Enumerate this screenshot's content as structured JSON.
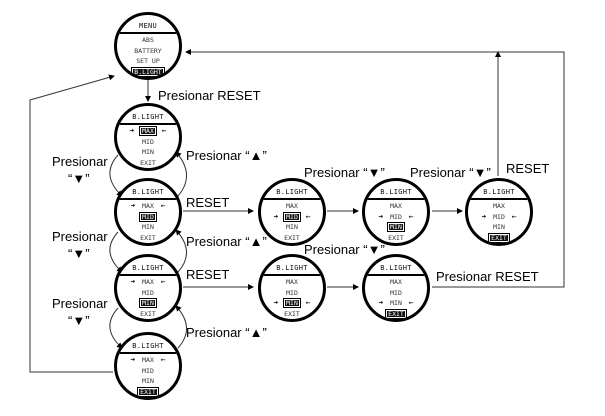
{
  "title": "B.LIGHT menu navigation diagram",
  "screens": {
    "menu": {
      "header": "MENU",
      "rows": [
        {
          "text": "ABS",
          "highlight": false,
          "arrows": false
        },
        {
          "text": "BATTERY",
          "highlight": false,
          "arrows": false
        },
        {
          "text": "SET UP",
          "highlight": false,
          "arrows": false
        },
        {
          "text": "B.LIGHT",
          "highlight": true,
          "arrows": false
        }
      ]
    },
    "col1_max": {
      "header": "B.LIGHT",
      "rows": [
        {
          "text": "MAX",
          "highlight": true,
          "arrows": true
        },
        {
          "text": "MID",
          "highlight": false,
          "arrows": false
        },
        {
          "text": "MIN",
          "highlight": false,
          "arrows": false
        },
        {
          "text": "EXIT",
          "highlight": false,
          "arrows": false
        }
      ]
    },
    "col1_mid": {
      "header": "B.LIGHT",
      "rows": [
        {
          "text": "MAX",
          "highlight": false,
          "arrows": true
        },
        {
          "text": "MID",
          "highlight": true,
          "arrows": false
        },
        {
          "text": "MIN",
          "highlight": false,
          "arrows": false
        },
        {
          "text": "EXIT",
          "highlight": false,
          "arrows": false
        }
      ]
    },
    "col1_min": {
      "header": "B.LIGHT",
      "rows": [
        {
          "text": "MAX",
          "highlight": false,
          "arrows": true
        },
        {
          "text": "MID",
          "highlight": false,
          "arrows": false
        },
        {
          "text": "MIN",
          "highlight": true,
          "arrows": false
        },
        {
          "text": "EXIT",
          "highlight": false,
          "arrows": false
        }
      ]
    },
    "col1_exit": {
      "header": "B.LIGHT",
      "rows": [
        {
          "text": "MAX",
          "highlight": false,
          "arrows": true
        },
        {
          "text": "MID",
          "highlight": false,
          "arrows": false
        },
        {
          "text": "MIN",
          "highlight": false,
          "arrows": false
        },
        {
          "text": "EXIT",
          "highlight": true,
          "arrows": false
        }
      ]
    },
    "mid_row_1": {
      "header": "B.LIGHT",
      "rows": [
        {
          "text": "MAX",
          "highlight": false,
          "arrows": false
        },
        {
          "text": "MID",
          "highlight": true,
          "arrows": true
        },
        {
          "text": "MIN",
          "highlight": false,
          "arrows": false
        },
        {
          "text": "EXIT",
          "highlight": false,
          "arrows": false
        }
      ]
    },
    "mid_row_2": {
      "header": "B.LIGHT",
      "rows": [
        {
          "text": "MAX",
          "highlight": false,
          "arrows": false
        },
        {
          "text": "MID",
          "highlight": false,
          "arrows": true
        },
        {
          "text": "MIN",
          "highlight": true,
          "arrows": false
        },
        {
          "text": "EXIT",
          "highlight": false,
          "arrows": false
        }
      ]
    },
    "mid_row_3": {
      "header": "B.LIGHT",
      "rows": [
        {
          "text": "MAX",
          "highlight": false,
          "arrows": false
        },
        {
          "text": "MID",
          "highlight": false,
          "arrows": true
        },
        {
          "text": "MIN",
          "highlight": false,
          "arrows": false
        },
        {
          "text": "EXIT",
          "highlight": true,
          "arrows": false
        }
      ]
    },
    "min_row_1": {
      "header": "B.LIGHT",
      "rows": [
        {
          "text": "MAX",
          "highlight": false,
          "arrows": false
        },
        {
          "text": "MID",
          "highlight": false,
          "arrows": false
        },
        {
          "text": "MIN",
          "highlight": true,
          "arrows": true
        },
        {
          "text": "EXIT",
          "highlight": false,
          "arrows": false
        }
      ]
    },
    "min_row_2": {
      "header": "B.LIGHT",
      "rows": [
        {
          "text": "MAX",
          "highlight": false,
          "arrows": false
        },
        {
          "text": "MID",
          "highlight": false,
          "arrows": false
        },
        {
          "text": "MIN",
          "highlight": false,
          "arrows": true
        },
        {
          "text": "EXIT",
          "highlight": true,
          "arrows": false
        }
      ]
    }
  },
  "labels": {
    "press_reset_top": "Presionar RESET",
    "press_up_1": "Presionar “▲”",
    "press_down_1_a": "Presionar",
    "press_down_1_b": "“▼”",
    "reset_mid": "RESET",
    "press_up_2": "Presionar “▲”",
    "press_down_2_a": "Presionar",
    "press_down_2_b": "“▼”",
    "reset_min": "RESET",
    "press_down_3_a": "Presionar",
    "press_down_3_b": "“▼”",
    "press_up_3": "Presionar “▲”",
    "press_down_mid_a": "Presionar “▼”",
    "press_down_mid_b": "Presionar “▼”",
    "reset_right": "RESET",
    "press_down_min": "Presionar “▼”",
    "press_reset_right": "Presionar RESET"
  },
  "glyphs": {
    "arrow_right": "➔",
    "arrow_left": "←"
  }
}
